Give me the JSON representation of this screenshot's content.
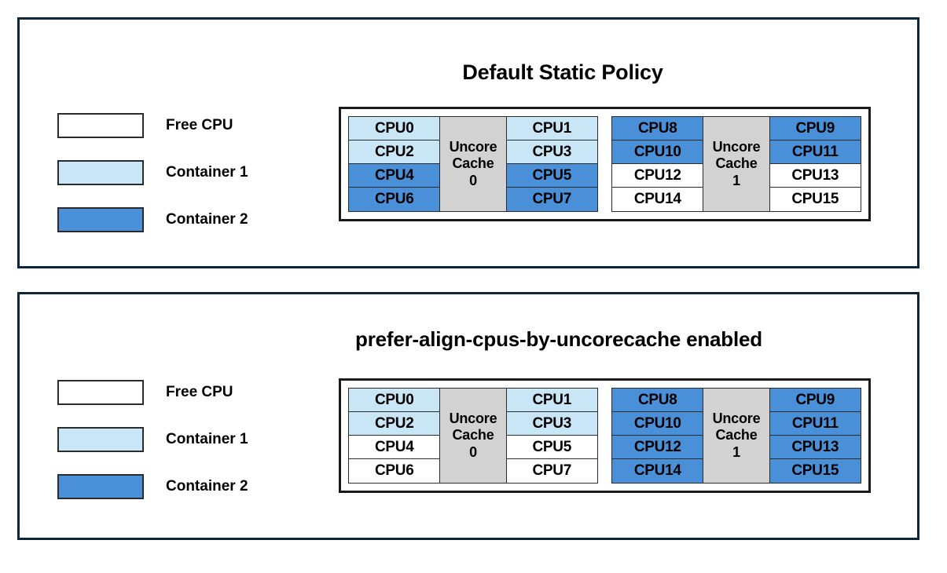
{
  "colors": {
    "free_cpu": "#ffffff",
    "container_1": "#c8e6f5",
    "container_2": "#4a90d9",
    "cache_block": "#d2d2d2",
    "panel_border": "#0b2739",
    "cell_border": "#2b2b2b",
    "text": "#000000"
  },
  "panels": [
    {
      "id": "default-static-policy",
      "title": "Default Static Policy",
      "legend": {
        "items": [
          {
            "label": "Free CPU",
            "fill": "#ffffff"
          },
          {
            "label": "Container 1",
            "fill": "#c8e6f5"
          },
          {
            "label": "Container 2",
            "fill": "#4a90d9"
          }
        ]
      },
      "groups": [
        {
          "cache_label_line1": "Uncore",
          "cache_label_line2": "Cache",
          "cache_label_line3": "0",
          "left_column": [
            {
              "label": "CPU0",
              "fill": "#c8e6f5",
              "owner": "Container 1"
            },
            {
              "label": "CPU2",
              "fill": "#c8e6f5",
              "owner": "Container 1"
            },
            {
              "label": "CPU4",
              "fill": "#4a90d9",
              "owner": "Container 2"
            },
            {
              "label": "CPU6",
              "fill": "#4a90d9",
              "owner": "Container 2"
            }
          ],
          "right_column": [
            {
              "label": "CPU1",
              "fill": "#c8e6f5",
              "owner": "Container 1"
            },
            {
              "label": "CPU3",
              "fill": "#c8e6f5",
              "owner": "Container 1"
            },
            {
              "label": "CPU5",
              "fill": "#4a90d9",
              "owner": "Container 2"
            },
            {
              "label": "CPU7",
              "fill": "#4a90d9",
              "owner": "Container 2"
            }
          ]
        },
        {
          "cache_label_line1": "Uncore",
          "cache_label_line2": "Cache",
          "cache_label_line3": "1",
          "left_column": [
            {
              "label": "CPU8",
              "fill": "#4a90d9",
              "owner": "Container 2"
            },
            {
              "label": "CPU10",
              "fill": "#4a90d9",
              "owner": "Container 2"
            },
            {
              "label": "CPU12",
              "fill": "#ffffff",
              "owner": "Free CPU"
            },
            {
              "label": "CPU14",
              "fill": "#ffffff",
              "owner": "Free CPU"
            }
          ],
          "right_column": [
            {
              "label": "CPU9",
              "fill": "#4a90d9",
              "owner": "Container 2"
            },
            {
              "label": "CPU11",
              "fill": "#4a90d9",
              "owner": "Container 2"
            },
            {
              "label": "CPU13",
              "fill": "#ffffff",
              "owner": "Free CPU"
            },
            {
              "label": "CPU15",
              "fill": "#ffffff",
              "owner": "Free CPU"
            }
          ]
        }
      ]
    },
    {
      "id": "prefer-align-cpus-by-uncorecache-enabled",
      "title": "prefer-align-cpus-by-uncorecache enabled",
      "legend": {
        "items": [
          {
            "label": "Free CPU",
            "fill": "#ffffff"
          },
          {
            "label": "Container 1",
            "fill": "#c8e6f5"
          },
          {
            "label": "Container 2",
            "fill": "#4a90d9"
          }
        ]
      },
      "groups": [
        {
          "cache_label_line1": "Uncore",
          "cache_label_line2": "Cache",
          "cache_label_line3": "0",
          "left_column": [
            {
              "label": "CPU0",
              "fill": "#c8e6f5",
              "owner": "Container 1"
            },
            {
              "label": "CPU2",
              "fill": "#c8e6f5",
              "owner": "Container 1"
            },
            {
              "label": "CPU4",
              "fill": "#ffffff",
              "owner": "Free CPU"
            },
            {
              "label": "CPU6",
              "fill": "#ffffff",
              "owner": "Free CPU"
            }
          ],
          "right_column": [
            {
              "label": "CPU1",
              "fill": "#c8e6f5",
              "owner": "Container 1"
            },
            {
              "label": "CPU3",
              "fill": "#c8e6f5",
              "owner": "Container 1"
            },
            {
              "label": "CPU5",
              "fill": "#ffffff",
              "owner": "Free CPU"
            },
            {
              "label": "CPU7",
              "fill": "#ffffff",
              "owner": "Free CPU"
            }
          ]
        },
        {
          "cache_label_line1": "Uncore",
          "cache_label_line2": "Cache",
          "cache_label_line3": "1",
          "left_column": [
            {
              "label": "CPU8",
              "fill": "#4a90d9",
              "owner": "Container 2"
            },
            {
              "label": "CPU10",
              "fill": "#4a90d9",
              "owner": "Container 2"
            },
            {
              "label": "CPU12",
              "fill": "#4a90d9",
              "owner": "Container 2"
            },
            {
              "label": "CPU14",
              "fill": "#4a90d9",
              "owner": "Container 2"
            }
          ],
          "right_column": [
            {
              "label": "CPU9",
              "fill": "#4a90d9",
              "owner": "Container 2"
            },
            {
              "label": "CPU11",
              "fill": "#4a90d9",
              "owner": "Container 2"
            },
            {
              "label": "CPU13",
              "fill": "#4a90d9",
              "owner": "Container 2"
            },
            {
              "label": "CPU15",
              "fill": "#4a90d9",
              "owner": "Container 2"
            }
          ]
        }
      ]
    }
  ]
}
